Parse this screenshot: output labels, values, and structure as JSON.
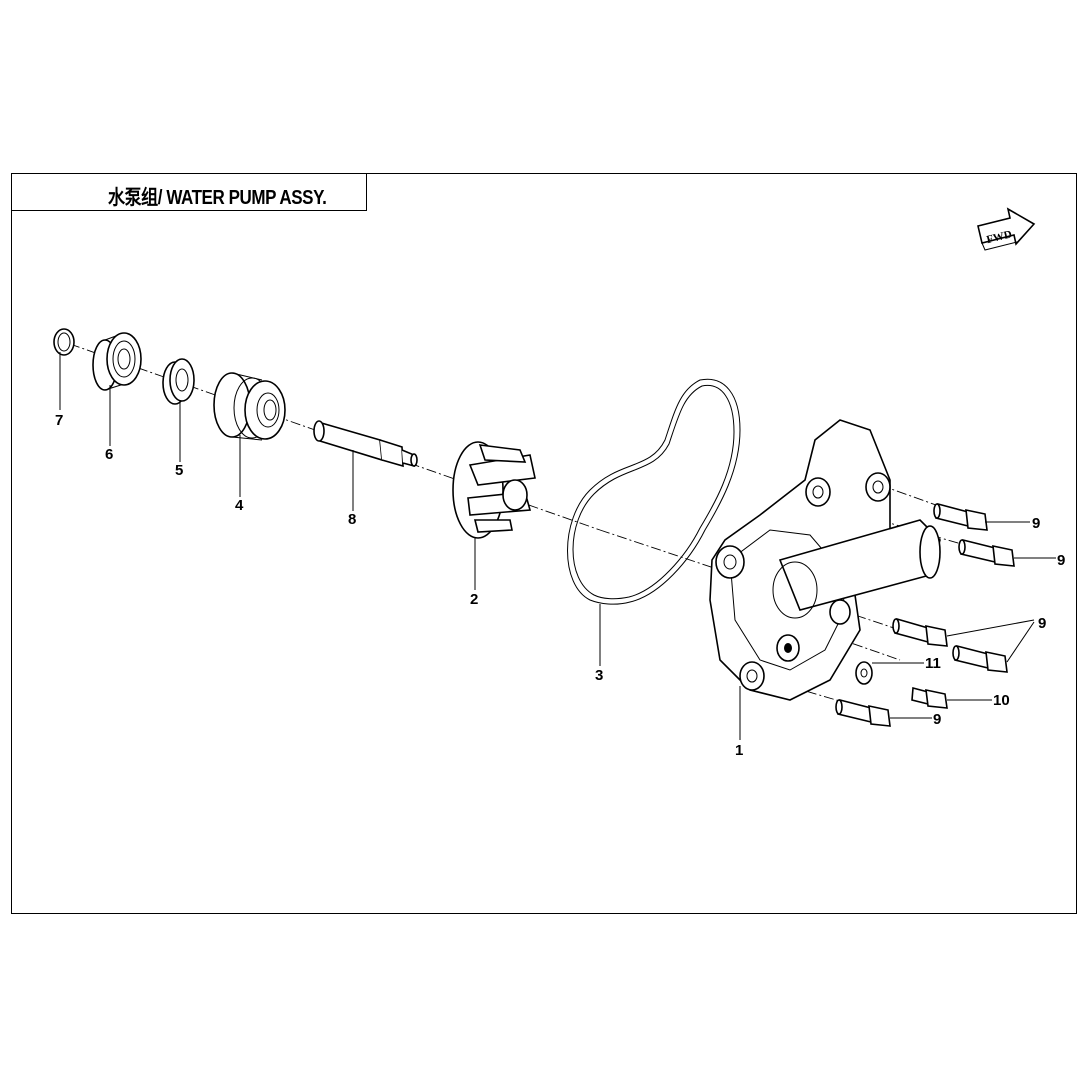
{
  "title": "水泵组/ WATER PUMP ASSY.",
  "fwd_label": "FWD",
  "callouts": {
    "c1": "1",
    "c2": "2",
    "c3": "3",
    "c4": "4",
    "c5": "5",
    "c6": "6",
    "c7": "7",
    "c8": "8",
    "c9a": "9",
    "c9b": "9",
    "c9c": "9",
    "c9d": "9",
    "c10": "10",
    "c11": "11"
  }
}
